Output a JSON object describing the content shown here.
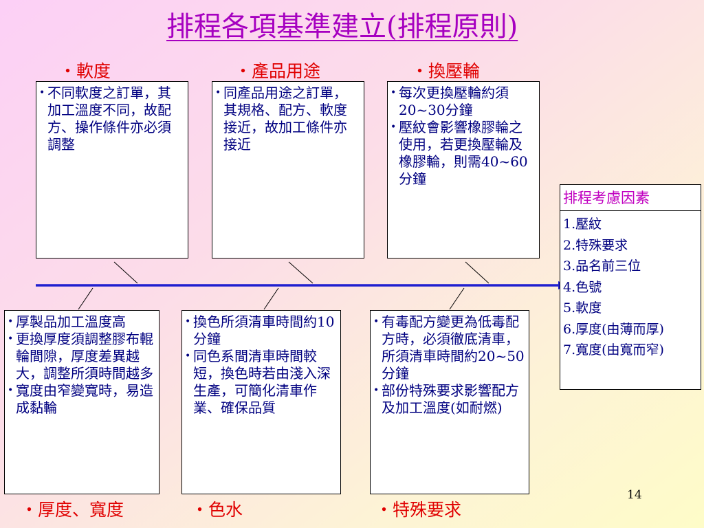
{
  "title": {
    "main": "排程各項基準建立",
    "paren": "排程原則"
  },
  "top": [
    {
      "category": "・軟度",
      "bullets": [
        "不同軟度之訂單，其加工溫度不同，故配方、操作條件亦必須調整"
      ]
    },
    {
      "category": "・產品用途",
      "bullets": [
        "同產品用途之訂單，其規格、配方、軟度接近，故加工條件亦接近"
      ]
    },
    {
      "category": "・換壓輪",
      "bullets": [
        "每次更換壓輪約須20~30分鐘",
        "壓紋會影響橡膠輪之使用，若更換壓輪及橡膠輪，則需40~60分鐘"
      ]
    }
  ],
  "bottom": [
    {
      "category": "・厚度、寬度",
      "bullets": [
        "厚製品加工溫度高",
        "更換厚度須調整膠布輥輪間隙，厚度差異越大，調整所須時間越多",
        "寬度由窄變寬時，易造成黏輪"
      ]
    },
    {
      "category": "・色水",
      "bullets": [
        "換色所須清車時間約10分鐘",
        "同色系間清車時間較短，換色時若由淺入深生產，可簡化清車作業、確保品質"
      ]
    },
    {
      "category": "・特殊要求",
      "bullets": [
        "有毒配方變更為低毒配方時，必須徹底清車，所須清車時間約20~50分鐘",
        "部份特殊要求影響配方及加工溫度(如耐燃)"
      ]
    }
  ],
  "factors": {
    "heading": "排程考慮因素",
    "items": [
      "1.壓紋",
      "2.特殊要求",
      "3.品名前三位",
      "4.色號",
      "5.軟度",
      "6.厚度(由薄而厚)",
      "7.寬度(由寬而窄)"
    ]
  },
  "page_number": "14",
  "colors": {
    "title": "#a600c0",
    "category": "#e00000",
    "text": "#000080",
    "spine": "#2020d0",
    "heading": "#c000c0"
  }
}
